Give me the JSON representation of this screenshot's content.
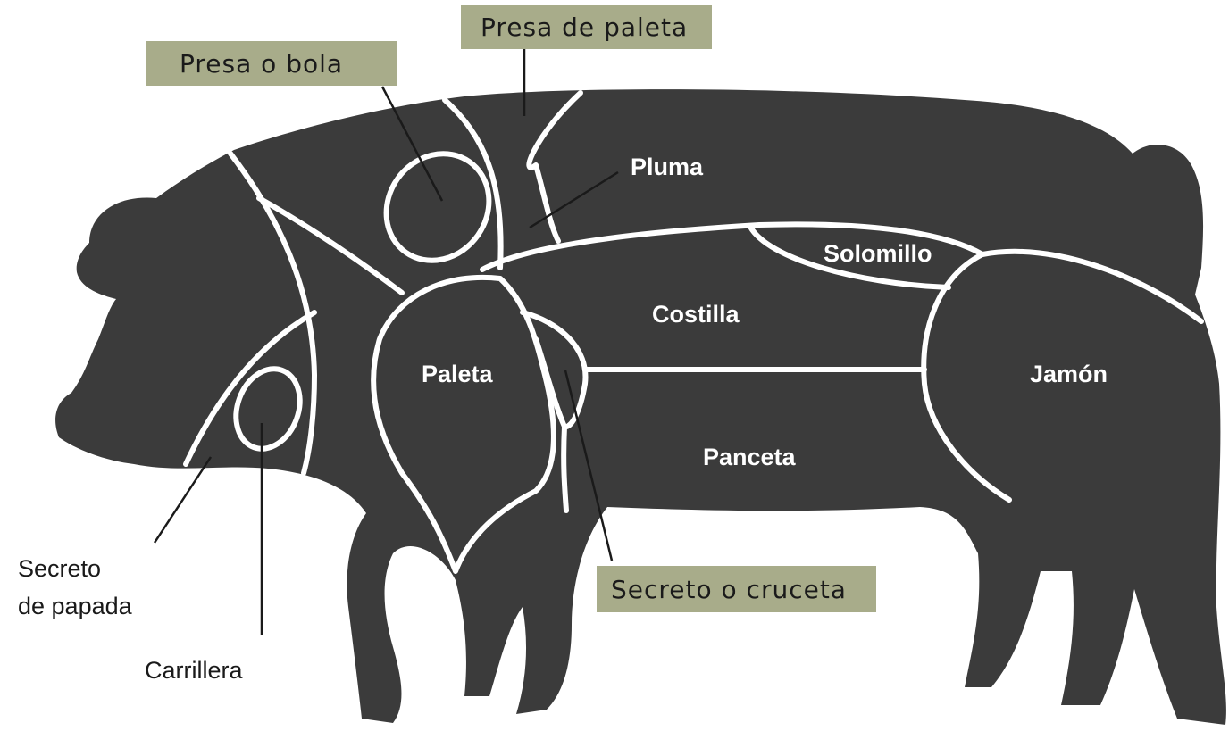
{
  "colors": {
    "body": "#3b3b3b",
    "seam": "#ffffff",
    "label_box": "#a8ac8a",
    "text_dark": "#1a1a1a",
    "text_light": "#ffffff"
  },
  "cuts": {
    "pluma": "Pluma",
    "solomillo": "Solomillo",
    "costilla": "Costilla",
    "paleta": "Paleta",
    "jamon": "Jamón",
    "panceta": "Panceta"
  },
  "callouts": {
    "presa_de_paleta": "Presa de paleta",
    "presa_o_bola": "Presa o bola",
    "secreto_o_cruceta": "Secreto o cruceta",
    "secreto_de_papada_line1": "Secreto",
    "secreto_de_papada_line2": "de papada",
    "carrillera": "Carrillera"
  }
}
